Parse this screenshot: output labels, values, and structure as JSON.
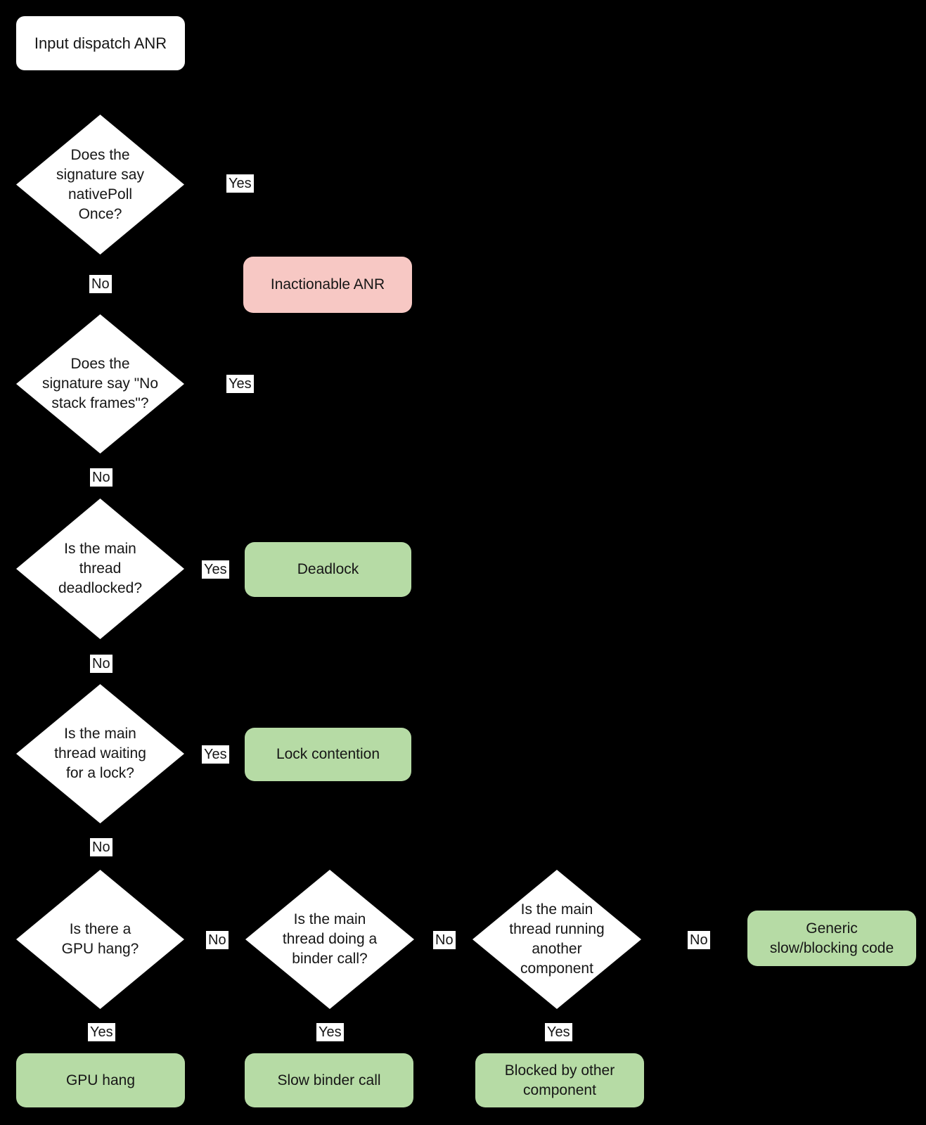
{
  "colors": {
    "background": "#000000",
    "node_fill": "#ffffff",
    "terminal_red": "#f7c8c4",
    "terminal_green": "#b6dba5",
    "text": "#161616"
  },
  "nodes": {
    "start": {
      "label": "Input dispatch ANR",
      "type": "start"
    },
    "d_nativepoll": {
      "label": "Does the\nsignature say\nnativePoll\nOnce?",
      "type": "decision"
    },
    "d_nostack": {
      "label": "Does the\nsignature say \"No\nstack frames\"?",
      "type": "decision"
    },
    "d_deadlocked": {
      "label": "Is the main\nthread\ndeadlocked?",
      "type": "decision"
    },
    "d_lockwait": {
      "label": "Is the main\nthread waiting\nfor a lock?",
      "type": "decision"
    },
    "d_gpuhang": {
      "label": "Is there a\nGPU hang?",
      "type": "decision"
    },
    "d_bindercall": {
      "label": "Is the main\nthread doing a\nbinder call?",
      "type": "decision"
    },
    "d_othercomp": {
      "label": "Is the main\nthread running\nanother\ncomponent",
      "type": "decision"
    },
    "t_inactionable": {
      "label": "Inactionable ANR",
      "type": "terminal-red"
    },
    "t_deadlock": {
      "label": "Deadlock",
      "type": "terminal-green"
    },
    "t_lock": {
      "label": "Lock contention",
      "type": "terminal-green"
    },
    "t_generic": {
      "label": "Generic\nslow/blocking code",
      "type": "terminal-green"
    },
    "t_gpu": {
      "label": "GPU hang",
      "type": "terminal-green"
    },
    "t_binder": {
      "label": "Slow binder call",
      "type": "terminal-green"
    },
    "t_blocked": {
      "label": "Blocked by other\ncomponent",
      "type": "terminal-green"
    }
  },
  "edges": {
    "d1_yes": {
      "label": "Yes"
    },
    "d1_no": {
      "label": "No"
    },
    "d2_yes": {
      "label": "Yes"
    },
    "d2_no": {
      "label": "No"
    },
    "d3_yes": {
      "label": "Yes"
    },
    "d3_no": {
      "label": "No"
    },
    "d4_yes": {
      "label": "Yes"
    },
    "d4_no": {
      "label": "No"
    },
    "d5_yes": {
      "label": "Yes"
    },
    "d5_no": {
      "label": "No"
    },
    "d6_yes": {
      "label": "Yes"
    },
    "d6_no": {
      "label": "No"
    },
    "d7_yes": {
      "label": "Yes"
    },
    "d7_no": {
      "label": "No"
    }
  }
}
